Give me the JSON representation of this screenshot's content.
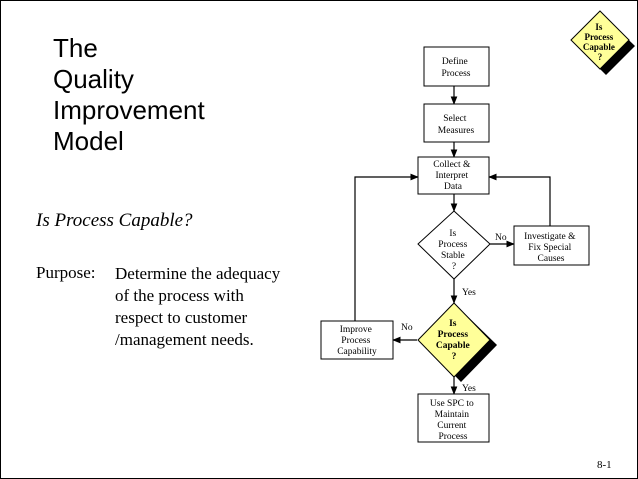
{
  "title_lines": [
    "The",
    "Quality",
    "Improvement",
    "Model"
  ],
  "subtitle": "Is Process Capable?",
  "purpose": {
    "label": "Purpose:",
    "lines": [
      "Determine the adequacy",
      "of the process with",
      "respect to customer",
      "/management needs."
    ]
  },
  "page_number": "8-1",
  "flowchart": {
    "define": [
      "Define",
      "Process"
    ],
    "select": [
      "Select",
      "Measures"
    ],
    "collect": [
      "Collect &",
      "Interpret",
      "Data"
    ],
    "stable": [
      "Is",
      "Process",
      "Stable",
      "?"
    ],
    "investigate": [
      "Investigate &",
      "Fix Special",
      "Causes"
    ],
    "capable": [
      "Is",
      "Process",
      "Capable",
      "?"
    ],
    "improve": [
      "Improve",
      "Process",
      "Capability"
    ],
    "use_spc": [
      "Use SPC to",
      "Maintain",
      "Current",
      "Process"
    ],
    "corner_badge": [
      "Is",
      "Process",
      "Capable",
      "?"
    ],
    "label_no_stable": "No",
    "label_yes_stable": "Yes",
    "label_no_capable": "No",
    "label_yes_capable": "Yes"
  },
  "colors": {
    "highlight_fill": "#ffff99",
    "shadow": "#000000",
    "line": "#000000"
  }
}
